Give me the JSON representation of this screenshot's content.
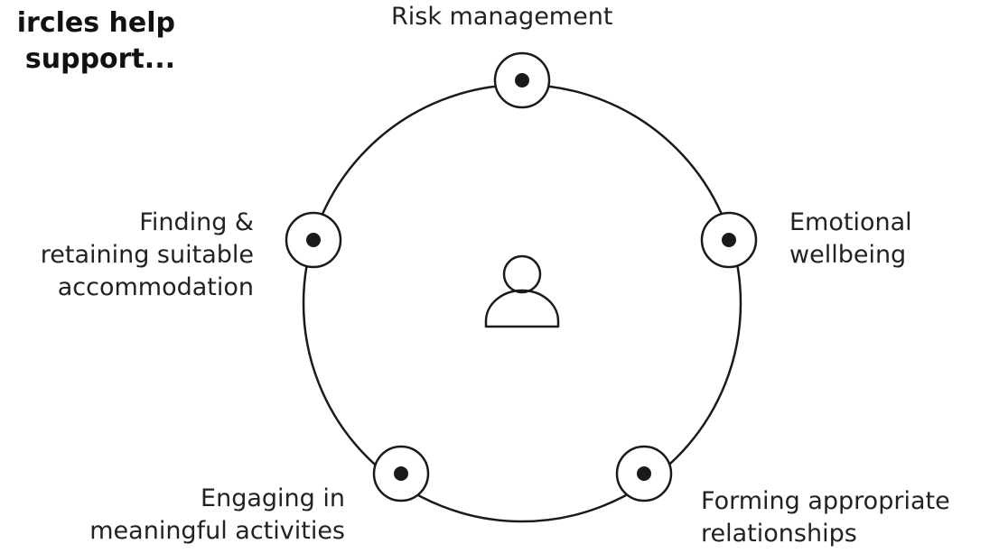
{
  "heading": {
    "line1": "ircles help",
    "line2": "support..."
  },
  "labels": {
    "top": [
      "Risk management"
    ],
    "right": [
      "Emotional",
      "wellbeing"
    ],
    "left": [
      "Finding &",
      "retaining suitable",
      "accommodation"
    ],
    "bottom_left": [
      "Engaging in",
      "meaningful activities"
    ],
    "bottom_right": [
      "Forming appropriate",
      "relationships"
    ]
  },
  "icons": {
    "center": "person-icon",
    "node": "dot-circle-icon"
  },
  "colors": {
    "stroke": "#1a1a1a",
    "background": "#ffffff"
  }
}
